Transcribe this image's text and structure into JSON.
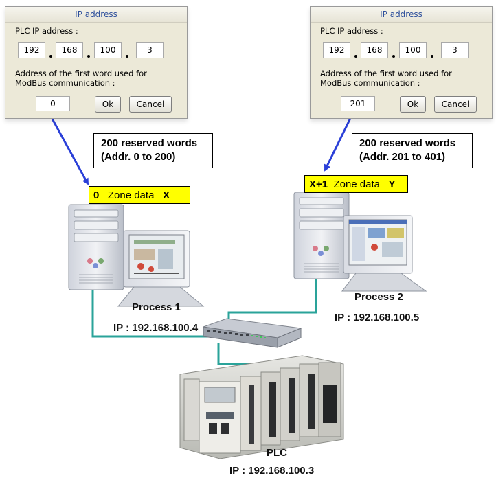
{
  "dialogs": [
    {
      "title": "IP address",
      "ip_label": "PLC IP address :",
      "ip": [
        "192",
        "168",
        "100",
        "3"
      ],
      "modbus_label": "Address of the first word used for ModBus communication :",
      "first_word": "0",
      "ok_label": "Ok",
      "cancel_label": "Cancel"
    },
    {
      "title": "IP address",
      "ip_label": "PLC IP address :",
      "ip": [
        "192",
        "168",
        "100",
        "3"
      ],
      "modbus_label": "Address of the first word used for ModBus communication :",
      "first_word": "201",
      "ok_label": "Ok",
      "cancel_label": "Cancel"
    }
  ],
  "callouts": [
    {
      "line1": "200 reserved words",
      "line2": "(Addr. 0 to 200)"
    },
    {
      "line1": "200 reserved words",
      "line2": "(Addr. 201 to 401)"
    }
  ],
  "zones": [
    {
      "start": "0",
      "label": "Zone data",
      "name": "X"
    },
    {
      "start": "X+1",
      "label": "Zone data",
      "name": "Y"
    }
  ],
  "stations": [
    {
      "name": "Process 1",
      "ip": "IP : 192.168.100.4"
    },
    {
      "name": "Process 2",
      "ip": "IP : 192.168.100.5"
    }
  ],
  "plc": {
    "name": "PLC",
    "ip": "IP : 192.168.100.3"
  },
  "colors": {
    "arrow": "#2a3fd8",
    "cable": "#2aa39a",
    "zone_bg": "#ffff00",
    "dialog_bg": "#ece9d8",
    "title_text": "#2c4e9b"
  },
  "icons": [
    "pc-tower-icon",
    "monitor-icon",
    "network-switch-icon",
    "plc-rack-icon"
  ]
}
